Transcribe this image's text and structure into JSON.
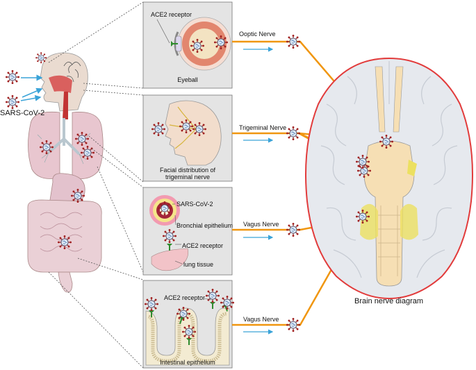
{
  "virus_label": "SARS-CoV-2",
  "panels": {
    "eye": {
      "receptor_label": "ACE2 receptor",
      "caption": "Eyeball"
    },
    "face": {
      "caption_line1": "Facial distribution of",
      "caption_line2": "trigeminal nerve"
    },
    "lung": {
      "virus_label": "SARS-CoV-2",
      "epithelium_label": "Bronchial epithelium",
      "receptor_label": "ACE2 receptor",
      "tissue_label": "lung tissue"
    },
    "intestine": {
      "receptor_label": "ACE2 receptor",
      "caption": "Intestinal epithelium"
    }
  },
  "nerves": [
    {
      "label": "Ooptic Nerve"
    },
    {
      "label": "Trigeminal Nerve"
    },
    {
      "label": "Vagus Nerve"
    },
    {
      "label": "Vagus Nerve"
    }
  ],
  "brain": {
    "caption": "Brain nerve diagram"
  },
  "colors": {
    "nerve": "#f0960f",
    "arrow": "#3aa3d8",
    "panel_bg": "#e4e4e4",
    "virus_spike": "#8b1a1a",
    "virus_core": "#dfe9f3",
    "receptor": "#2e8b2e",
    "brain_outline": "#e23b3b"
  }
}
